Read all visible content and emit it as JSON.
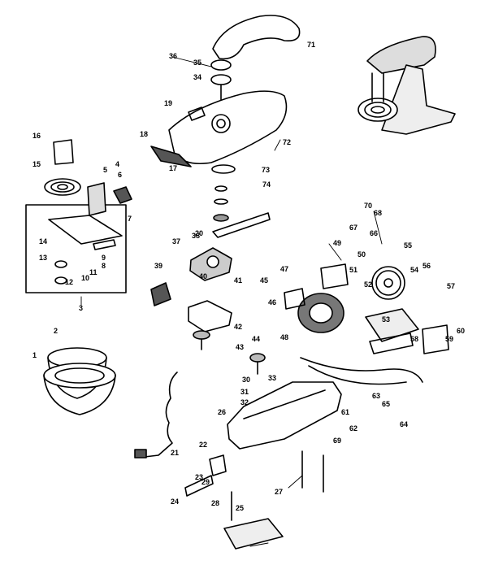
{
  "diagram": {
    "part_numbers": [
      "1",
      "2",
      "3",
      "4",
      "5",
      "6",
      "7",
      "8",
      "9",
      "10",
      "11",
      "12",
      "13",
      "14",
      "15",
      "16",
      "17",
      "18",
      "19",
      "20",
      "21",
      "22",
      "23",
      "24",
      "25",
      "26",
      "27",
      "28",
      "29",
      "30",
      "31",
      "32",
      "33",
      "34",
      "35",
      "36",
      "37",
      "38",
      "39",
      "40",
      "41",
      "42",
      "43",
      "44",
      "45",
      "46",
      "47",
      "48",
      "49",
      "50",
      "51",
      "52",
      "53",
      "54",
      "55",
      "56",
      "57",
      "58",
      "59",
      "60",
      "61",
      "62",
      "63",
      "64",
      "65",
      "66",
      "67",
      "68",
      "69",
      "70",
      "71",
      "72",
      "73",
      "74"
    ]
  }
}
